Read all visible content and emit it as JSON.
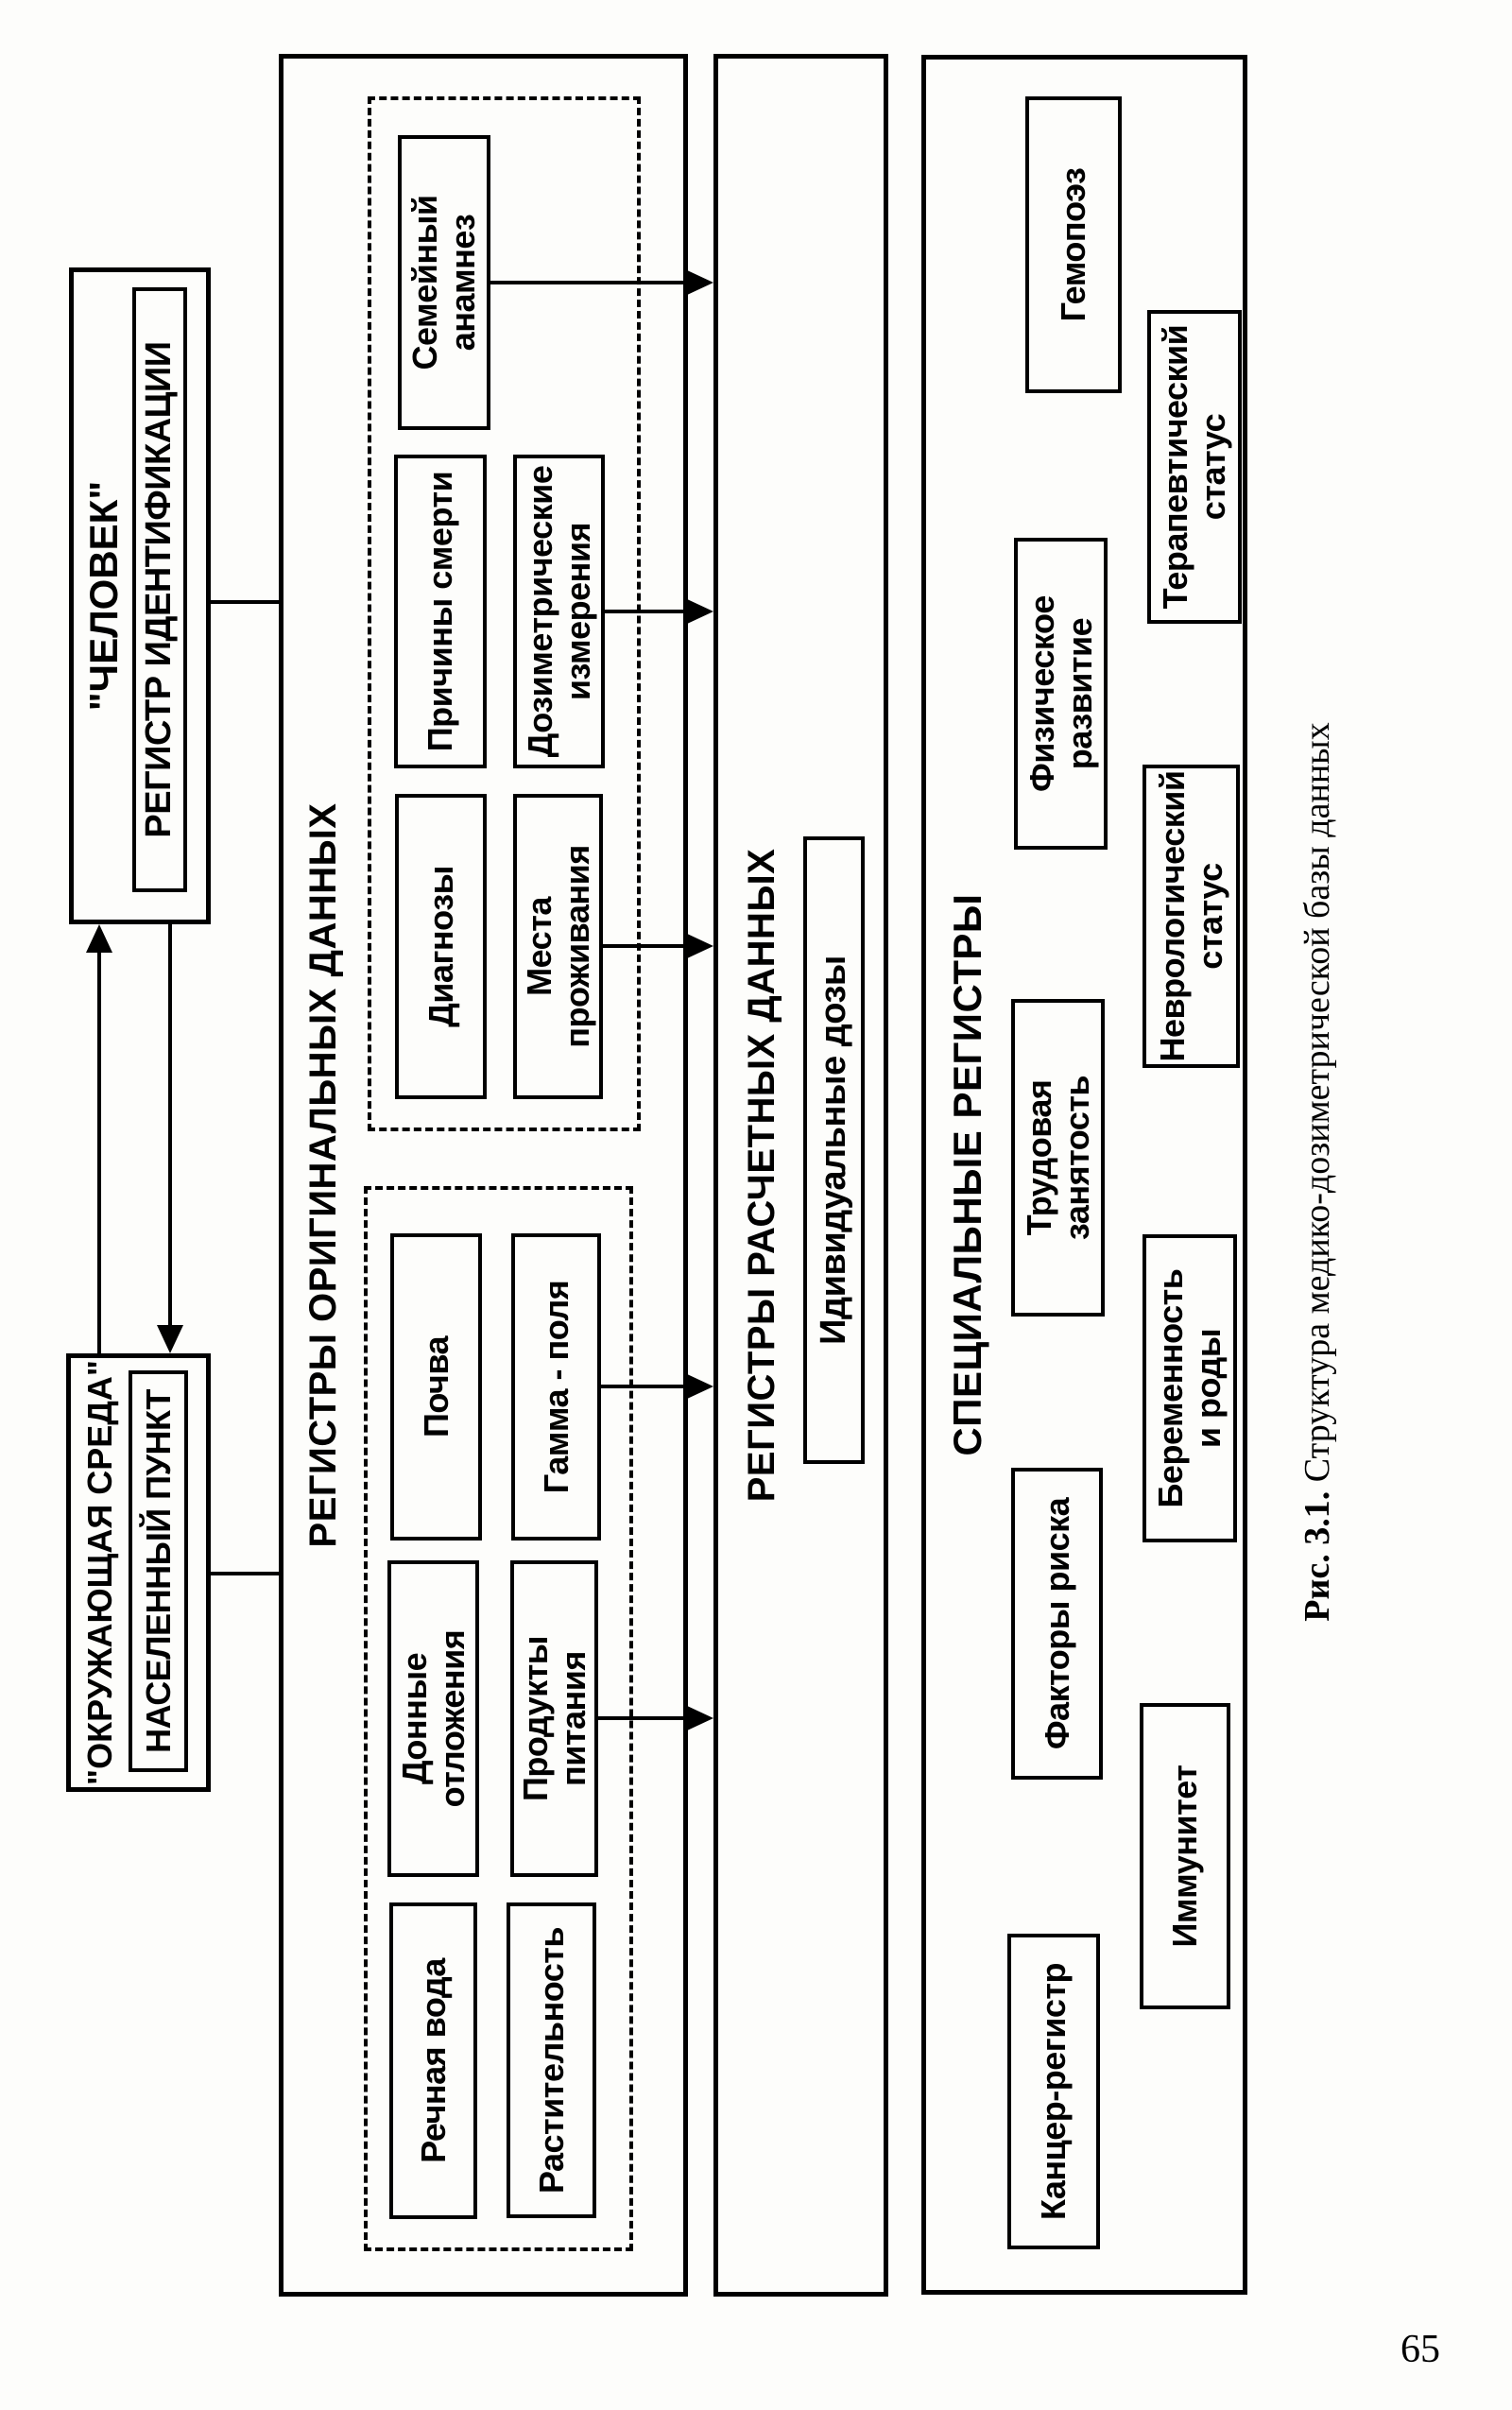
{
  "page_number": "65",
  "caption": {
    "label": "Рис. 3.1.",
    "text": " Структура медико-дозиметрической базы данных"
  },
  "person_box": {
    "title": "\"ЧЕЛОВЕК\"",
    "register": "РЕГИСТР ИДЕНТИФИКАЦИИ"
  },
  "environment_box": {
    "title": "\"ОКРУЖАЮЩАЯ СРЕДА\"",
    "register": "НАСЕЛЕННЫЙ ПУНКТ"
  },
  "original_registers": {
    "title": "РЕГИСТРЫ ОРИГИНАЛЬНЫХ ДАННЫХ",
    "environment_samples": [
      "Речная вода",
      "Донные\nотложения",
      "Почва",
      "Растительность",
      "Продукты\nпитания",
      "Гамма - поля"
    ],
    "person_records": [
      "Диагнозы",
      "Причины смерти",
      "Семейный\nанамнез",
      "Места\nпроживания",
      "Дозиметрические\nизмерения"
    ]
  },
  "calculated_registers": {
    "title": "РЕГИСТРЫ РАСЧЕТНЫХ ДАННЫХ",
    "individual_doses": "Идивидуальные дозы"
  },
  "special_registers": {
    "title": "СПЕЦИАЛЬНЫЕ РЕГИСТРЫ",
    "row1": [
      "Канцер-регистр",
      "Факторы риска",
      "Трудовая\nзанятость",
      "Физическое\nразвитие",
      "Гемопоэз"
    ],
    "row2": [
      "Иммунитет",
      "Беременность\nи роды",
      "Неврологический\nстатус",
      "Терапевтический\nстатус"
    ]
  }
}
